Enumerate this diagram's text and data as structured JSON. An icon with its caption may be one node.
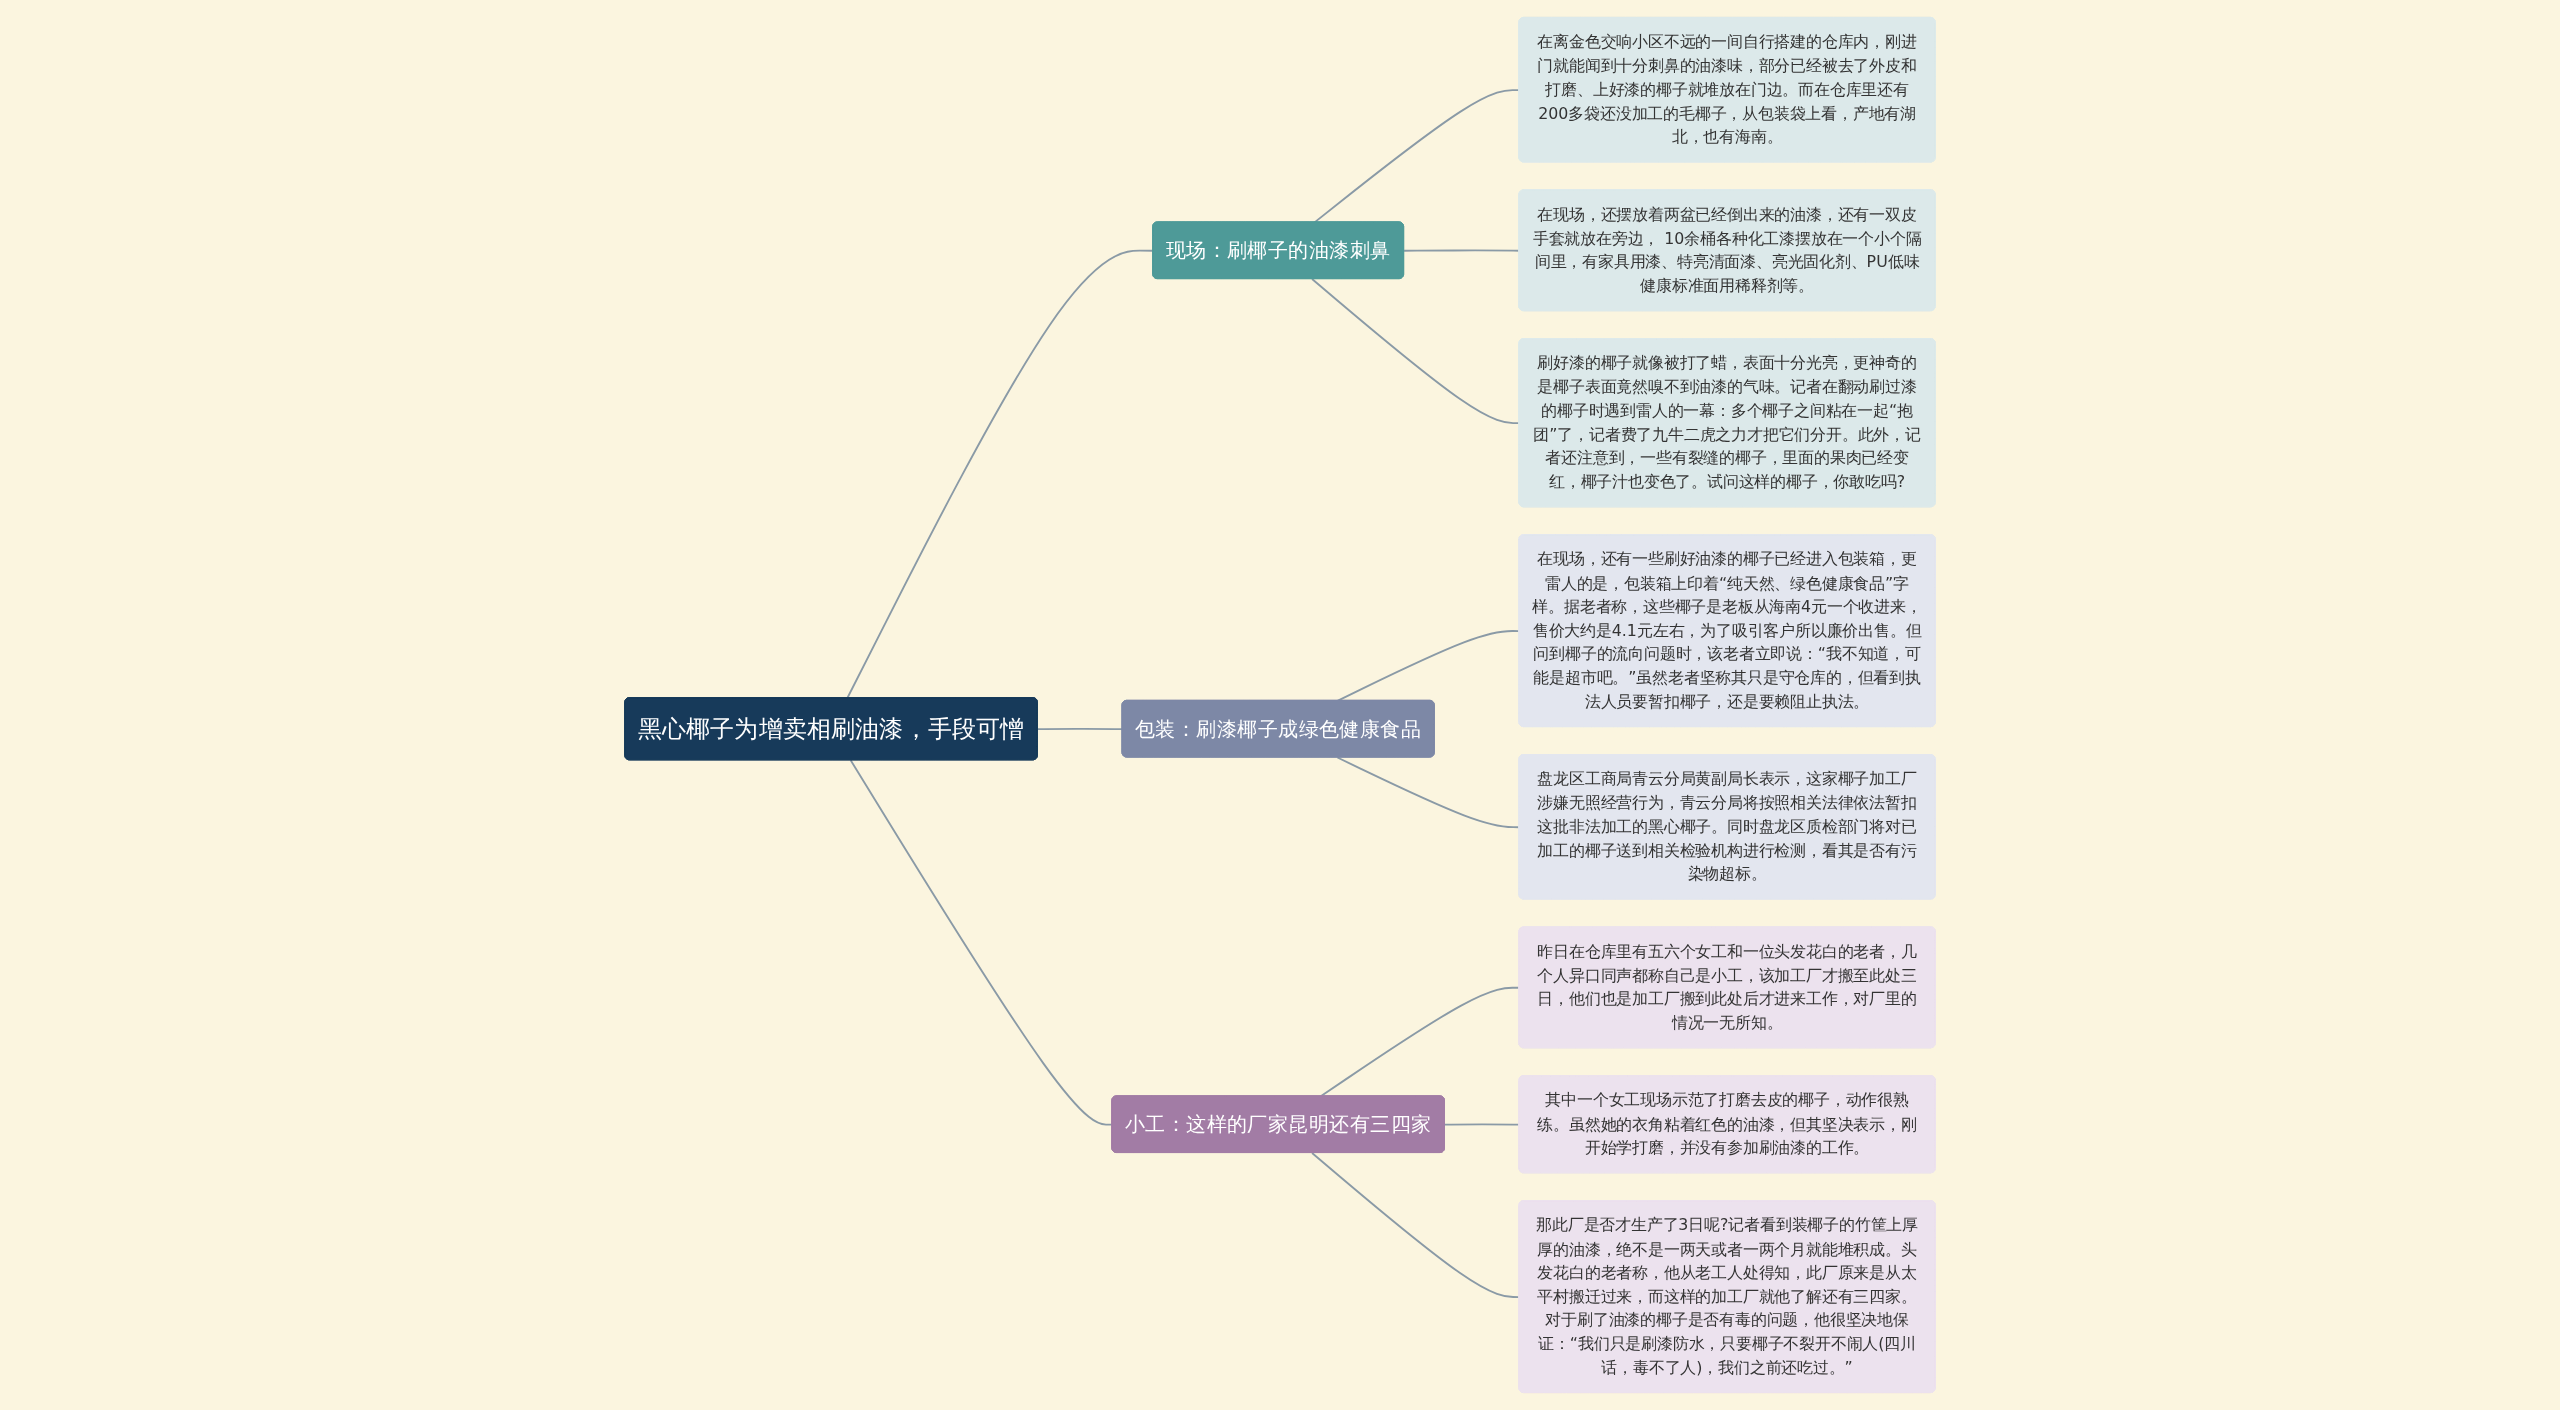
{
  "diagram": {
    "nodes": [
      {
        "text": [
          "黑心椰子为增卖相刷油漆，手段可憎"
        ]
      },
      {
        "text": [
          "现场：刷椰子的油漆刺鼻"
        ]
      },
      {
        "text": [
          "在离金色交响小区不远的一间自行搭建的仓库内，刚进门就能闻到十分刺鼻的油漆味，部分已经被去了外皮和打磨、上好漆的椰子就堆放在门边。而在仓库里还有200多袋还没加工的毛椰子，从包装袋上看，产地有湖北，也有海南。"
        ]
      },
      {
        "text": [
          "在现场，还摆放着两盆已经倒出来的油漆，还有一双皮手套就放在旁边， 10余桶各种化工漆摆放在一个小个隔间里，有家具用漆、特亮清面漆、亮光固化剂、PU低味健康标准面用稀释剂等。"
        ]
      },
      {
        "text": [
          "刷好漆的椰子就像被打了蜡，表面十分光亮，更神奇的是椰子表面竟然嗅不到油漆的气味。记者在翻动刷过漆的椰子时遇到雷人的一幕：多个椰子之间粘在一起“抱团”了，记者费了九牛二虎之力才把它们分开。此外，记者还注意到，一些有裂缝的椰子，里面的果肉已经变红，椰子汁也变色了。试问这样的椰子，你敢吃吗?"
        ]
      },
      {
        "text": [
          "包装：刷漆椰子成绿色健康食品"
        ]
      },
      {
        "text": [
          "在现场，还有一些刷好油漆的椰子已经进入包装箱，更雷人的是，包装箱上印着“纯天然、绿色健康食品”字样。据老者称，这些椰子是老板从海南4元一个收进来，售价大约是4.1元左右，为了吸引客户所以廉价出售。但问到椰子的流向问题时，该老者立即说：“我不知道，可能是超市吧。”虽然老者坚称其只是守仓库的，但看到执法人员要暂扣椰子，还是要赖阻止执法。"
        ]
      },
      {
        "text": [
          "盘龙区工商局青云分局黄副局长表示，这家椰子加工厂涉嫌无照经营行为，青云分局将按照相关法律依法暂扣这批非法加工的黑心椰子。同时盘龙区质检部门将对已加工的椰子送到相关检验机构进行检测，看其是否有污染物超标。"
        ]
      },
      {
        "text": [
          "小工：这样的厂家昆明还有三四家"
        ]
      },
      {
        "text": [
          "昨日在仓库里有五六个女工和一位头发花白的老者，几个人异口同声都称自己是小工，该加工厂才搬至此处三日，他们也是加工厂搬到此处后才进来工作，对厂里的情况一无所知。"
        ]
      },
      {
        "text": [
          "其中一个女工现场示范了打磨去皮的椰子，动作很熟练。虽然她的衣角粘着红色的油漆，但其坚决表示，刚开始学打磨，并没有参加刷油漆的工作。"
        ]
      },
      {
        "text": [
          "那此厂是否才生产了3日呢?记者看到装椰子的竹筐上厚厚的油漆，绝不是一两天或者一两个月就能堆积成。头发花白的老者称，他从老工人处得知，此厂原来是从太平村搬迁过来，而这样的加工厂就他了解还有三四家。对于刷了油漆的椰子是否有毒的问题，他很坚决地保证：“我们只是刷漆防水，只要椰子不裂开不闹人(四川话，毒不了人)，我们之前还吃过。”"
        ]
      }
    ],
    "edges": [
      {
        "from": 0,
        "to": 1,
        "arrow": "none"
      },
      {
        "from": 1,
        "to": 2,
        "arrow": "none"
      },
      {
        "from": 1,
        "to": 3,
        "arrow": "none"
      },
      {
        "from": 1,
        "to": 4,
        "arrow": "none"
      },
      {
        "from": 0,
        "to": 5,
        "arrow": "none"
      },
      {
        "from": 5,
        "to": 6,
        "arrow": "none"
      },
      {
        "from": 5,
        "to": 7,
        "arrow": "none"
      },
      {
        "from": 0,
        "to": 8,
        "arrow": "none"
      },
      {
        "from": 8,
        "to": 9,
        "arrow": "none"
      },
      {
        "from": 8,
        "to": 10,
        "arrow": "none"
      },
      {
        "from": 8,
        "to": 11,
        "arrow": "none"
      }
    ]
  }
}
